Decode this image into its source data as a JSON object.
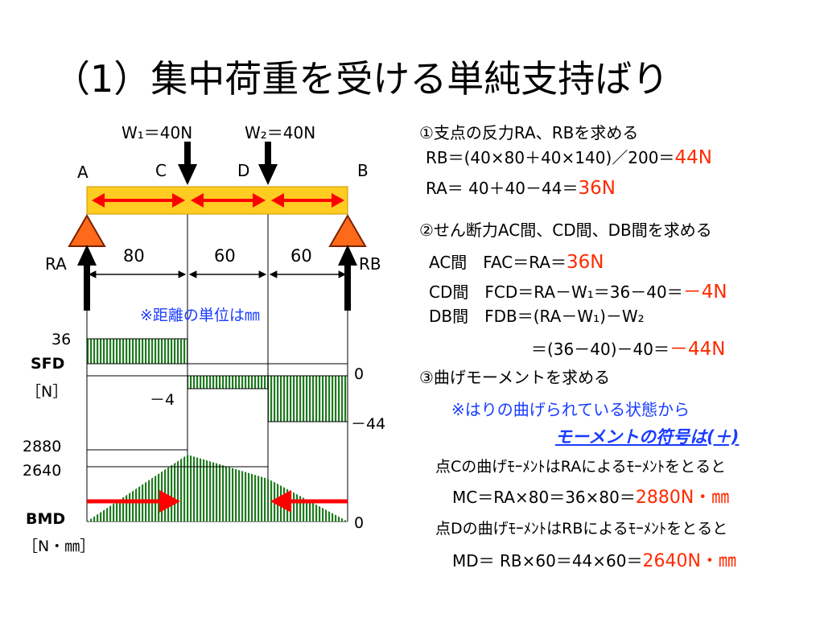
{
  "title": "（1）集中荷重を受ける単純支持ばり",
  "beam": {
    "load1": "W₁＝40N",
    "load2": "W₂＝40N",
    "point_a": "A",
    "point_c": "C",
    "point_d": "D",
    "point_b": "B",
    "reaction_a": "RA",
    "reaction_b": "RB",
    "span_ac": "80",
    "span_cd": "60",
    "span_db": "60",
    "unit_note": "※距離の単位は㎜"
  },
  "sfd": {
    "label": "SFD",
    "unit": "［N］",
    "val_36": "36",
    "val_m4": "－4",
    "val_0": "0",
    "val_m44": "－44"
  },
  "bmd": {
    "label": "BMD",
    "unit": "［N・㎜］",
    "val_2880": "2880",
    "val_2640": "2640",
    "val_0": "0"
  },
  "solution": {
    "step1_title": "①支点の反力RA、RBを求める",
    "rb_eq": "RB＝(40×80＋40×140)／200＝",
    "rb_ans": "44N",
    "ra_eq": "RA＝ 40＋40－44＝",
    "ra_ans": "36N",
    "step2_title": "②せん断力AC間、CD間、DB間を求める",
    "ac_eq": "AC間　FAC＝RA＝",
    "ac_ans": "36N",
    "cd_eq": "CD間　FCD＝RA－W₁＝36－40＝",
    "cd_ans": "－4N",
    "db_eq1": "DB間　FDB＝(RA－W₁)－W₂",
    "db_eq2": "＝(36－40)－40＝",
    "db_ans": "－44N",
    "step3_title": "③曲げモーメントを求める",
    "note": "※はりの曲げられている状態から",
    "sign_rule": "モーメントの符号は(＋)",
    "c_text": "点Cの曲げﾓｰﾒﾝﾄはRAによるﾓｰﾒﾝﾄをとると",
    "mc_eq": "MC＝RA×80＝36×80＝",
    "mc_ans": "2880N・㎜",
    "d_text": "点Dの曲げﾓｰﾒﾝﾄはRBによるﾓｰﾒﾝﾄをとると",
    "md_eq": "MD＝ RB×60＝44×60＝",
    "md_ans": "2640N・㎜"
  },
  "colors": {
    "beam_fill": "#ffcc22",
    "support": "#ff6a1a",
    "arrow_red": "#ff0000",
    "hatch_green": "#1d7a1d",
    "answer_red": "#ff2a00",
    "note_blue": "#1a3cff"
  }
}
